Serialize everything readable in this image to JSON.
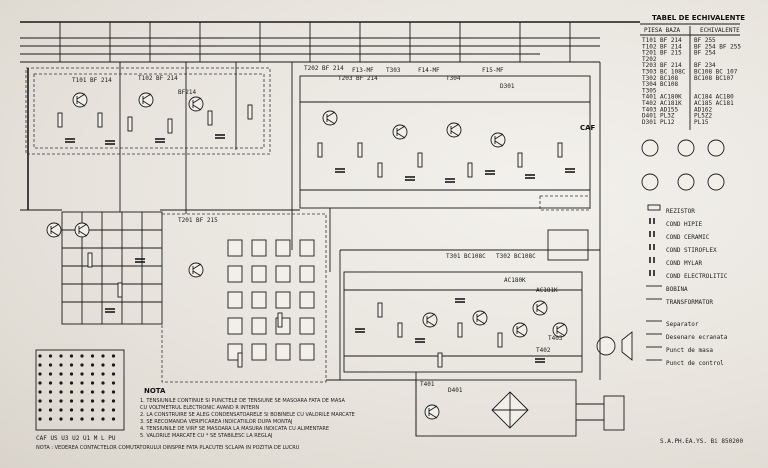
{
  "diagram": {
    "stage_labels": [
      "T101 BF 214",
      "T102 BF 214",
      "BF214",
      "T201 BF 215",
      "T202 BF 214",
      "T203 BF 214",
      "F13-MF",
      "T303",
      "F14-MF",
      "F15-MF",
      "T304",
      "D301",
      "T301 BC108C",
      "T302 BC108C",
      "T401",
      "D401",
      "T402",
      "T403",
      "AC180K",
      "AC181K",
      "CAF"
    ],
    "table": {
      "title": "TABEL DE ECHIVALENTE",
      "col_a": "PIESA BAZA",
      "col_b": "ECHIVALENTE",
      "rows": [
        [
          "T101 BF 214",
          "BF 255"
        ],
        [
          "T102 BF 214",
          "BF 254 BF 255"
        ],
        [
          "T201 BF 215",
          "BF 254"
        ],
        [
          "T202",
          ""
        ],
        [
          "T203 BF 214",
          "BF 234"
        ],
        [
          "T303 BC 108C",
          "BC108 BC 107"
        ],
        [
          "T302 BC108",
          "BC108 BC107"
        ],
        [
          "T304 BC108",
          ""
        ],
        [
          "T305",
          ""
        ],
        [
          "T401 AC180K",
          "AC184 AC180"
        ],
        [
          "T402 AC181K",
          "AC185 AC181"
        ],
        [
          "T403 AD155",
          "AD162"
        ],
        [
          "D401 PL3Z",
          "PL5Z2"
        ],
        [
          "D301 PL12",
          "PL15"
        ]
      ]
    },
    "legend": [
      "REZISTOR",
      "COND HIPIE",
      "COND CERAMIC",
      "COND STIROFLEX",
      "COND MYLAR",
      "COND ELECTROLITIC",
      "BOBINA",
      "TRANSFORMATOR",
      "Separator",
      "Desenare ecranata",
      "Punct de masa",
      "Punct de control"
    ],
    "bands": [
      "CAF",
      "US",
      "U3",
      "U2",
      "U1",
      "M",
      "L",
      "PU"
    ],
    "switch_caption": "CAF US U3 U2 U1 M L PU",
    "notes_title": "NOTA",
    "notes": [
      "1. TENSIUNILE CONTINUE SI PUNCTELE DE TENSIUNE SE MASOARA FATA DE MASA",
      "   CU VOLTMETRUL ELECTRONIC AVAND R INTERN",
      "2. LA CONSTRUIRE SE ALEG CONDENSATOARELE SI BOBINELE CU VALORILE MARCATE",
      "3. SE RECOMANDA VERIFICAREA INDICATIILOR DUPA MONTAJ",
      "4. TENSIUNILE DE VIRF SE MASOARA LA MASURA INDICATA CU ALIMENTARE",
      "5. VALORILE MARCATE CU * SE STABILESC LA REGLAJ"
    ],
    "switch_note": "NOTA : VEDEREA CONTACTELOR COMUTATORULUI DINSPRE FATA PLACUTEI SCLAPA IN POZITIA DE LUCRU",
    "footer_label": "S.A.PH.EA.YS. Bi 850200"
  }
}
